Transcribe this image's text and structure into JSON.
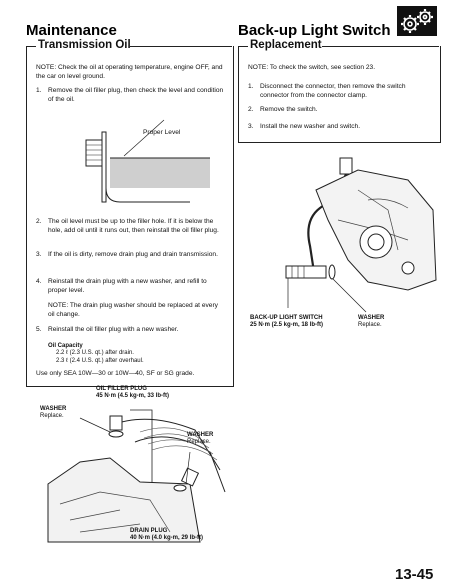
{
  "left": {
    "title": "Maintenance",
    "subtitle": "Transmission Oil",
    "note": "NOTE: Check the oil at operating temperature, engine OFF, and the car on level ground.",
    "steps": [
      {
        "num": "1.",
        "text": "Remove the oil filler plug, then check the level and condition of the oil."
      },
      {
        "num": "2.",
        "text": "The oil level must be up to the filler hole. If it is below the hole, add oil until it runs out, then reinstall the oil filler plug."
      },
      {
        "num": "3.",
        "text": "If the oil is dirty, remove drain plug and drain transmission."
      },
      {
        "num": "4.",
        "text": "Reinstall the drain plug with a new washer, and refill to proper level."
      },
      {
        "num": "5.",
        "text": "Reinstall the oil filler plug with a new washer."
      }
    ],
    "drain_note": "NOTE: The drain plug washer should be replaced at every oil change.",
    "proper_level_label": "Proper Level",
    "capacity_title": "Oil Capacity",
    "capacity_drain": "2.2 ℓ (2.3 U.S. qt.) after drain.",
    "capacity_overhaul": "2.3 ℓ (2.4 U.S. qt.) after overhaul.",
    "grade": "Use only SEA 10W—30 or 10W—40, SF or SG grade.",
    "callouts": {
      "filler_plug": "OIL FILLER PLUG",
      "filler_torque": "45 N·m (4.5 kg-m, 33 lb-ft)",
      "washer1": "WASHER",
      "washer1_note": "Replace.",
      "washer2": "WASHER",
      "washer2_note": "Replace.",
      "drain_plug": "DRAIN PLUG",
      "drain_torque": "40 N·m (4.0 kg-m, 29 lb-ft)"
    }
  },
  "right": {
    "title": "Back-up Light Switch",
    "subtitle": "Replacement",
    "note": "NOTE: To check the switch, see section 23.",
    "steps": [
      {
        "num": "1.",
        "text": "Disconnect the connector, then remove the switch connector from the connector clamp."
      },
      {
        "num": "2.",
        "text": "Remove the switch."
      },
      {
        "num": "3.",
        "text": "Install the new washer and switch."
      }
    ],
    "callouts": {
      "switch": "BACK-UP LIGHT SWITCH",
      "switch_torque": "25 N·m (2.5 kg-m, 18 lb-ft)",
      "washer": "WASHER",
      "washer_note": "Replace."
    }
  },
  "page_number": "13-45"
}
